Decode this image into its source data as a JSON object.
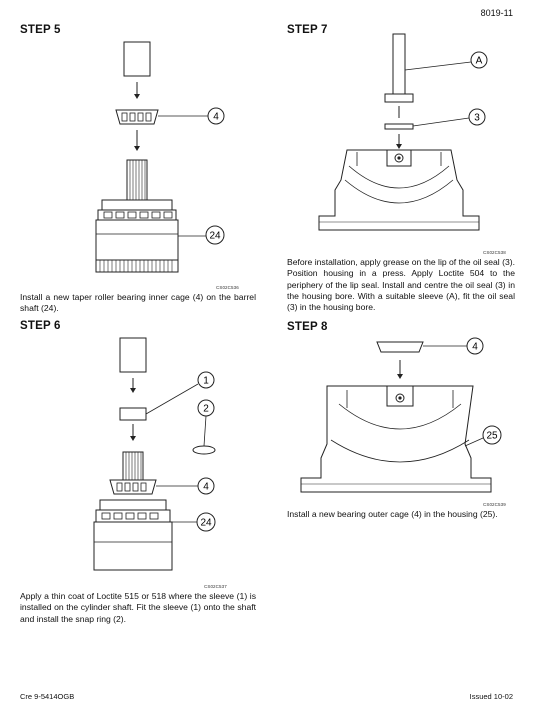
{
  "header": {
    "page_number": "8019-11"
  },
  "steps": [
    {
      "title": "STEP 5",
      "text": "Install a new taper roller bearing inner cage (4) on the barrel shaft (24).",
      "figure_code": "CS02C536",
      "callouts": [
        "4",
        "24"
      ]
    },
    {
      "title": "STEP 6",
      "text": "Apply a thin coat of Loctite 515 or 518 where the sleeve (1) is installed on the cylinder shaft. Fit the sleeve (1) onto the shaft and install the snap ring (2).",
      "figure_code": "CS02C537",
      "callouts": [
        "1",
        "2",
        "4",
        "24"
      ]
    },
    {
      "title": "STEP 7",
      "text": "Before installation, apply grease on the lip of the oil seal (3). Position housing in a press. Apply Loctite 504 to the periphery of the lip seal. Install and centre the oil seal (3) in the housing bore. With a suitable sleeve (A), fit the oil seal (3) in the housing bore.",
      "figure_code": "CS02C538",
      "callouts": [
        "A",
        "3"
      ]
    },
    {
      "title": "STEP 8",
      "text": "Install a new bearing outer cage (4) in the housing (25).",
      "figure_code": "CS02C539",
      "callouts": [
        "4",
        "25"
      ]
    }
  ],
  "footer": {
    "left": "Cre 9-5414OGB",
    "right": "Issued 10-02"
  }
}
